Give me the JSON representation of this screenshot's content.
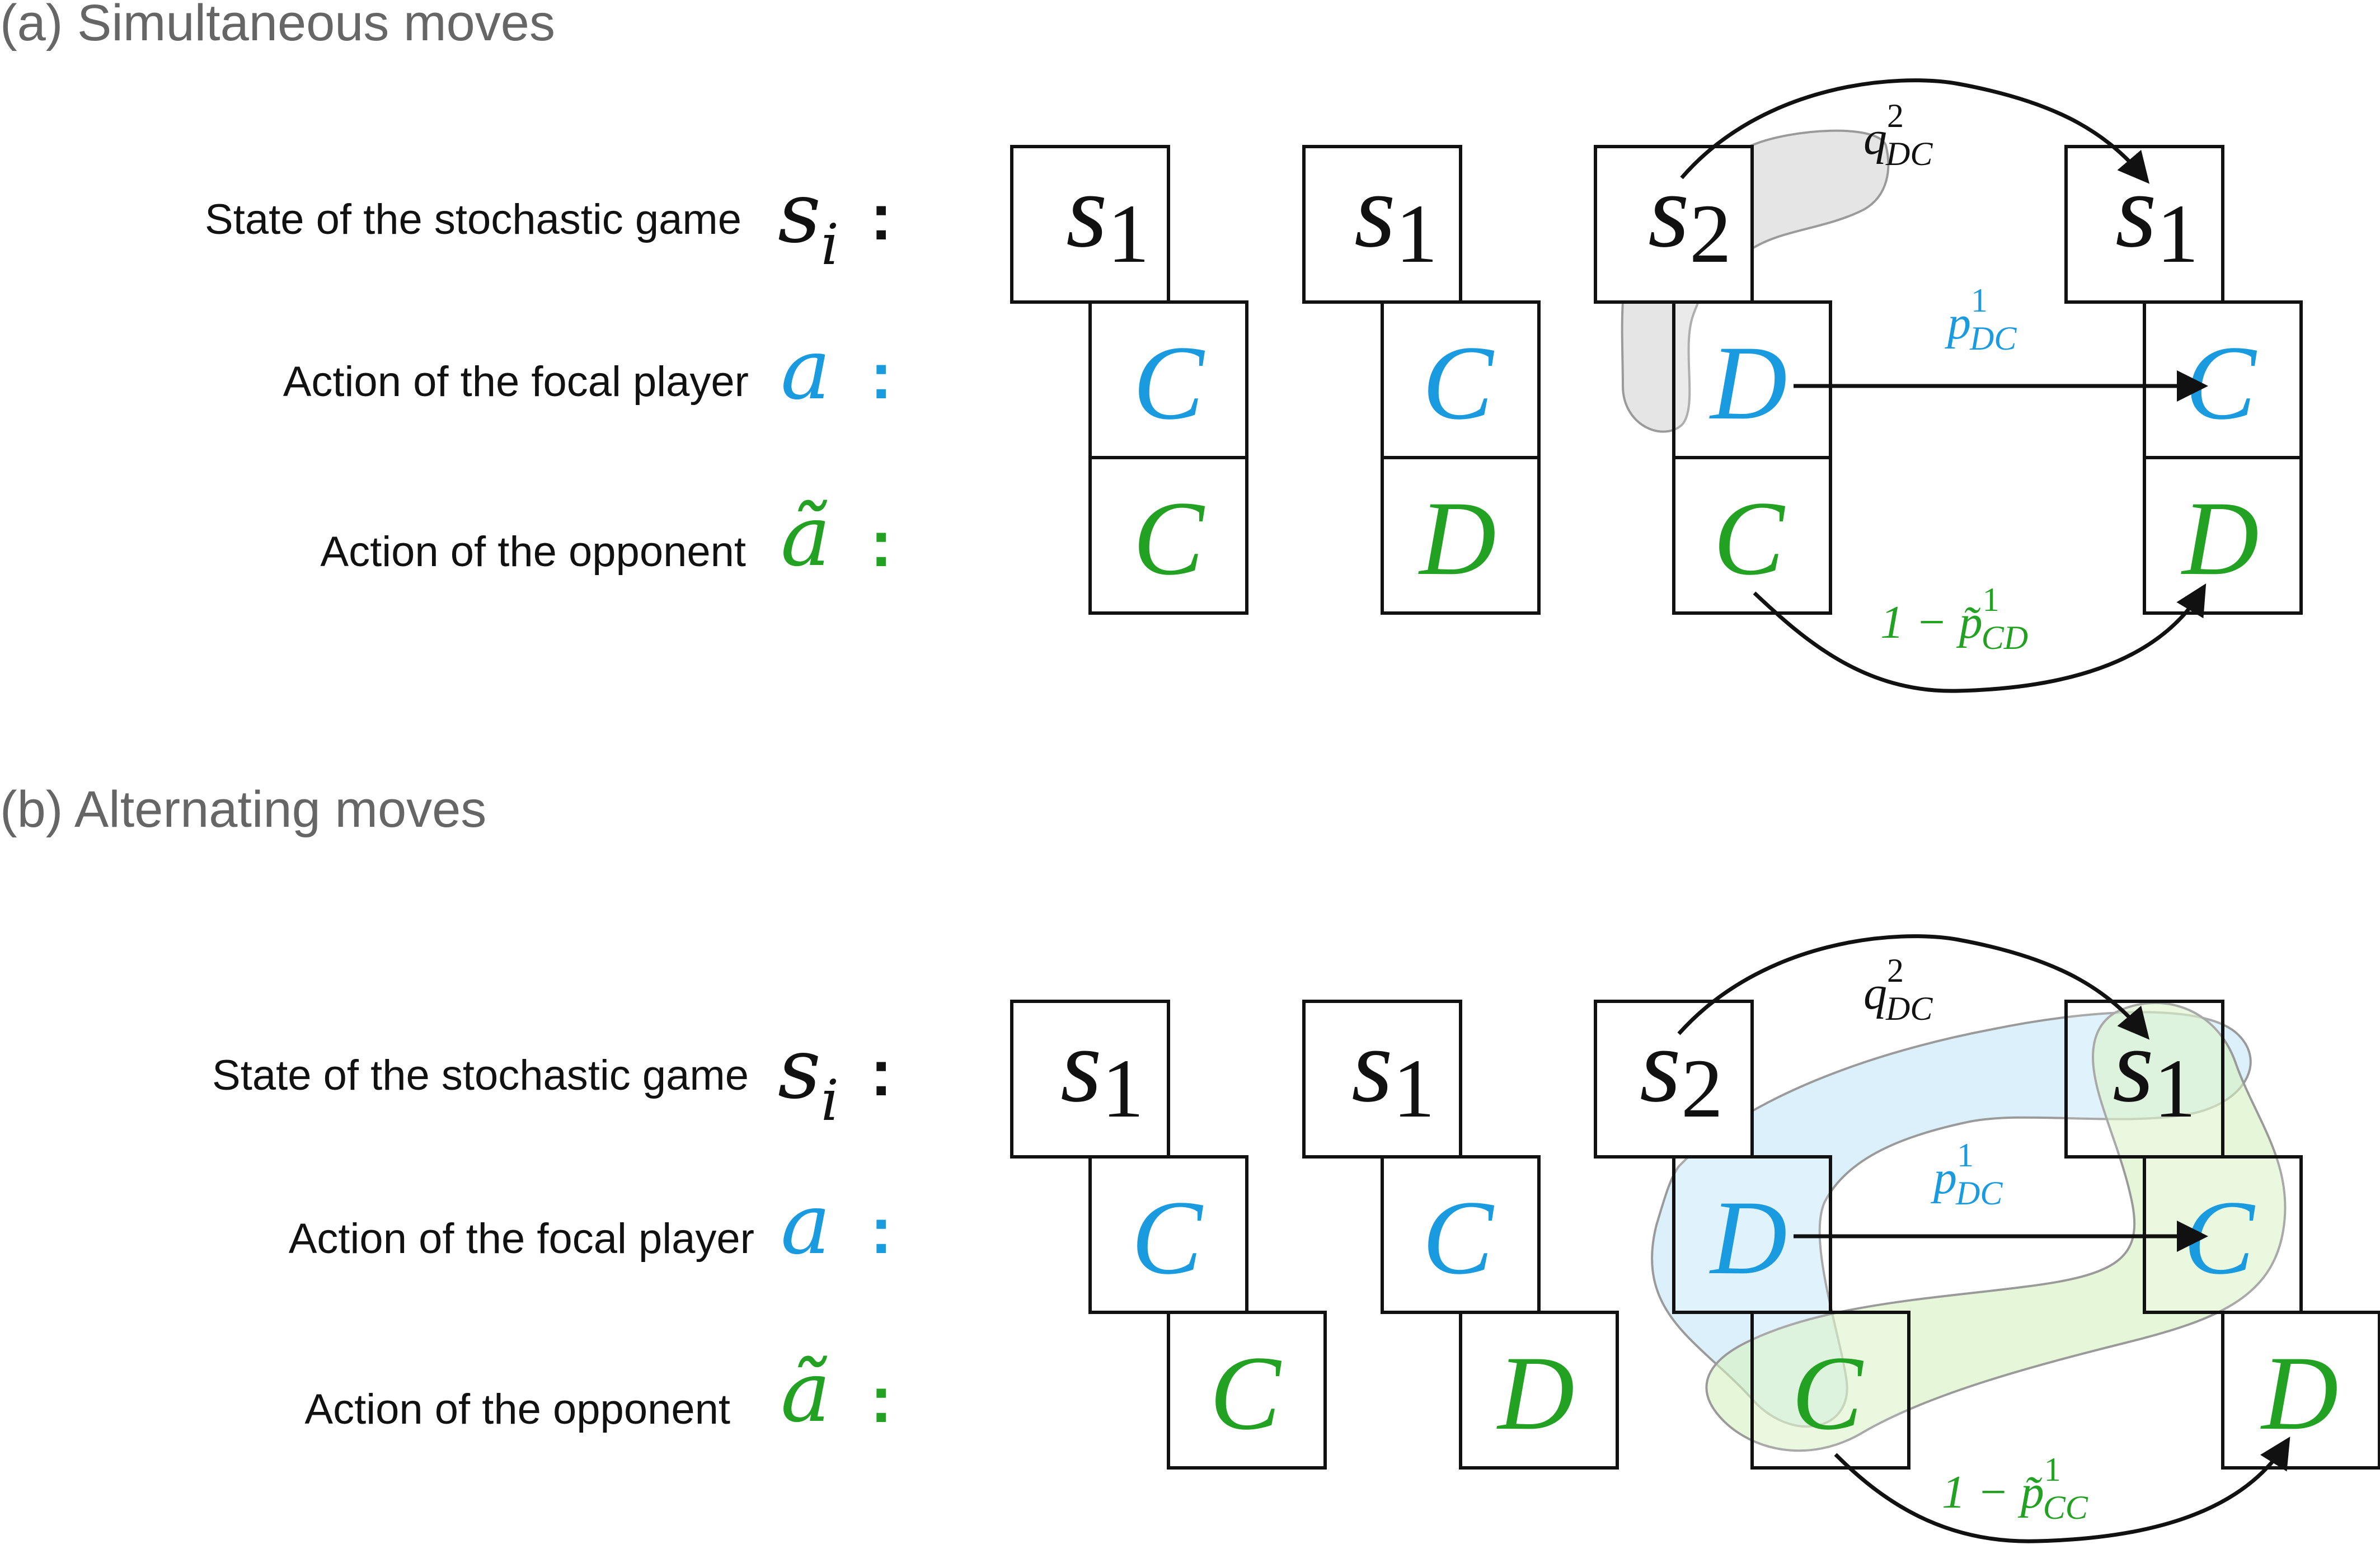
{
  "colors": {
    "blue": "#1a9be0",
    "green": "#22a122",
    "black": "#111111",
    "gray_title": "#666666"
  },
  "panels": [
    {
      "title": "(a) Simultaneous moves",
      "row_labels": [
        "State of the stochastic game",
        "Action of the focal player",
        "Action of the opponent"
      ],
      "row_symbols": [
        "s",
        "a",
        "ã"
      ],
      "row_symbol_sub": "i",
      "colon": ":",
      "steps": [
        {
          "state": "s",
          "state_sub": "1",
          "focal": "C",
          "opp": "C"
        },
        {
          "state": "s",
          "state_sub": "1",
          "focal": "C",
          "opp": "D"
        },
        {
          "state": "s",
          "state_sub": "2",
          "focal": "D",
          "opp": "C"
        },
        {
          "state": "s",
          "state_sub": "1",
          "focal": "C",
          "opp": "D"
        }
      ],
      "transitions": [
        {
          "base": "q",
          "sup": "2",
          "sub": "DC",
          "prefix": ""
        },
        {
          "base": "p",
          "sup": "1",
          "sub": "DC",
          "prefix": ""
        },
        {
          "base": "p̃",
          "sup": "1",
          "sub": "CD",
          "prefix": "1 − "
        }
      ]
    },
    {
      "title": "(b) Alternating moves",
      "row_labels": [
        "State of the stochastic game",
        "Action of the focal player",
        "Action of the opponent"
      ],
      "row_symbols": [
        "s",
        "a",
        "ã"
      ],
      "row_symbol_sub": "i",
      "colon": ":",
      "steps": [
        {
          "state": "s",
          "state_sub": "1",
          "focal": "C",
          "opp": "C"
        },
        {
          "state": "s",
          "state_sub": "1",
          "focal": "C",
          "opp": "D"
        },
        {
          "state": "s",
          "state_sub": "2",
          "focal": "D",
          "opp": "C"
        },
        {
          "state": "s",
          "state_sub": "1",
          "focal": "C",
          "opp": "D"
        }
      ],
      "transitions": [
        {
          "base": "q",
          "sup": "2",
          "sub": "DC",
          "prefix": ""
        },
        {
          "base": "p",
          "sup": "1",
          "sub": "DC",
          "prefix": ""
        },
        {
          "base": "p̃",
          "sup": "1",
          "sub": "CC",
          "prefix": "1 − "
        }
      ]
    }
  ]
}
